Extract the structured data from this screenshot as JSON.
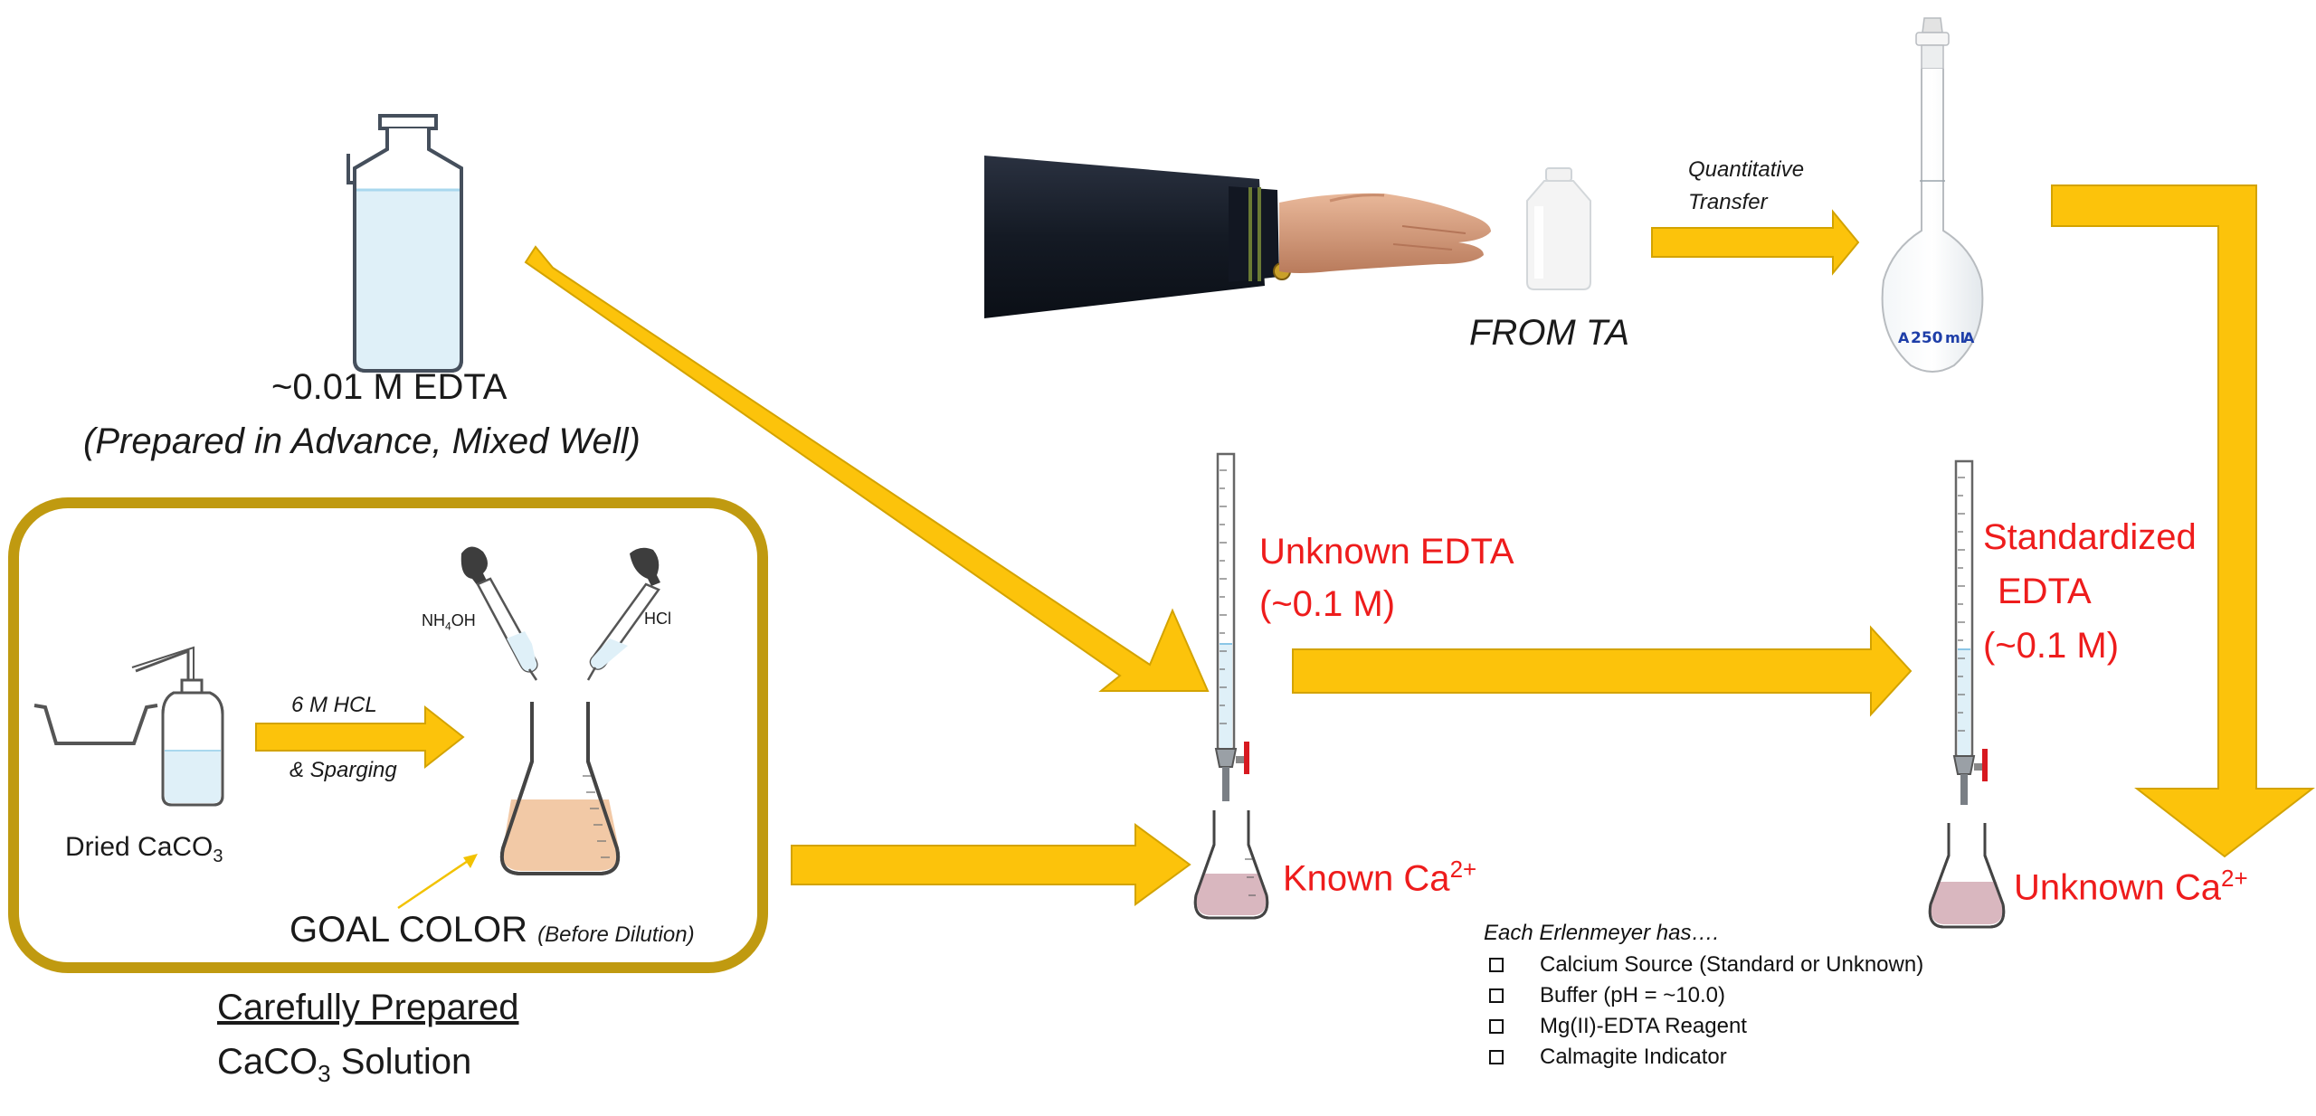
{
  "colors": {
    "arrow_fill": "#fcc30b",
    "arrow_stroke": "#d3a300",
    "frame": "#c09a10",
    "label_red": "#ee1c1c",
    "edta_liquid": "#dff0f8",
    "goal_color": "#f2c9a6",
    "titration_pink": "#d9b7bf",
    "coat": "#141a24"
  },
  "icons": [
    "reagent-bottle-icon",
    "arm-hand-icon",
    "wash-bottle-icon",
    "volumetric-flask-icon",
    "burette-icon",
    "erlenmeyer-flask-icon",
    "dropper-icon",
    "weighing-boat-icon",
    "checkbox-icon"
  ],
  "labels": {
    "edta_title": "~0.01 M EDTA",
    "edta_note": "(Prepared in Advance, Mixed Well)",
    "from_ta": "FROM TA",
    "transfer_line1": "Quantitative",
    "transfer_line2": "Transfer",
    "flask_mark": "250",
    "flask_unit": "ml",
    "unknown_edta_line1": "Unknown EDTA",
    "unknown_edta_line2": "(~0.1 M)",
    "std_edta_line1": "Standardized",
    "std_edta_line2": "EDTA",
    "std_edta_line3": "(~0.1 M)",
    "nh4oh_main": "NH",
    "nh4oh_sub": "4",
    "nh4oh_tail": "OH",
    "hcl": "HCl",
    "hcl_6m": "6 M HCL",
    "sparging": "& Sparging",
    "dried_main": "Dried CaCO",
    "dried_sub": "3",
    "goal_color": "GOAL COLOR",
    "goal_note": "(Before Dilution)",
    "known_main": "Known Ca",
    "known_sup": "2+",
    "unknown_main": "Unknown Ca",
    "unknown_sup": "2+",
    "caco3_title": "Carefully Prepared",
    "caco3_main": "CaCO",
    "caco3_sub": "3",
    "caco3_tail": " Solution"
  },
  "checklist": {
    "heading": "Each Erlenmeyer has….",
    "items": [
      "Calcium Source (Standard or Unknown)",
      "Buffer (pH = ~10.0)",
      "Mg(II)-EDTA Reagent",
      "Calmagite Indicator"
    ]
  }
}
